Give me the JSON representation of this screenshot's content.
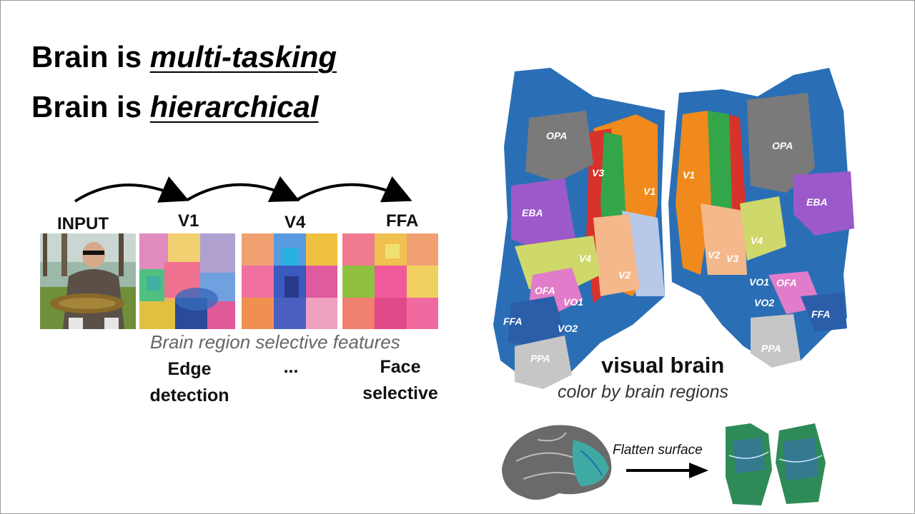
{
  "title": {
    "line1_prefix": "Brain is ",
    "line1_emphasis": "multi-tasking",
    "line2_prefix": "Brain is ",
    "line2_emphasis": "hierarchical"
  },
  "pipeline": {
    "stages": [
      "INPUT",
      "V1",
      "V4",
      "FFA"
    ],
    "caption": "Brain region selective features",
    "descriptions": [
      "Edge\ndetection",
      "...",
      "Face\nselective"
    ]
  },
  "flatmap": {
    "title": "visual brain",
    "subtitle": "color by brain regions",
    "left_regions": [
      "OPA",
      "V3",
      "V1",
      "EBA",
      "V4",
      "V2",
      "OFA",
      "VO1",
      "VO2",
      "FFA",
      "PPA"
    ],
    "right_regions": [
      "V1",
      "OPA",
      "EBA",
      "V4",
      "V2",
      "V3",
      "VO1",
      "OFA",
      "VO2",
      "FFA",
      "PPA"
    ],
    "colors": {
      "background_cortex": "#2a6fb6",
      "OPA": "#7a7a7a",
      "EBA": "#9b59c9",
      "V1": "#f08a1c",
      "V2": "#33a64a",
      "V3": "#d8322c",
      "V4": "#cfd86a",
      "OFA": "#e07cc9",
      "FFA": "#2b5ea8",
      "PPA": "#c6c6c6"
    }
  },
  "inset": {
    "arrow_label": "Flatten surface"
  }
}
